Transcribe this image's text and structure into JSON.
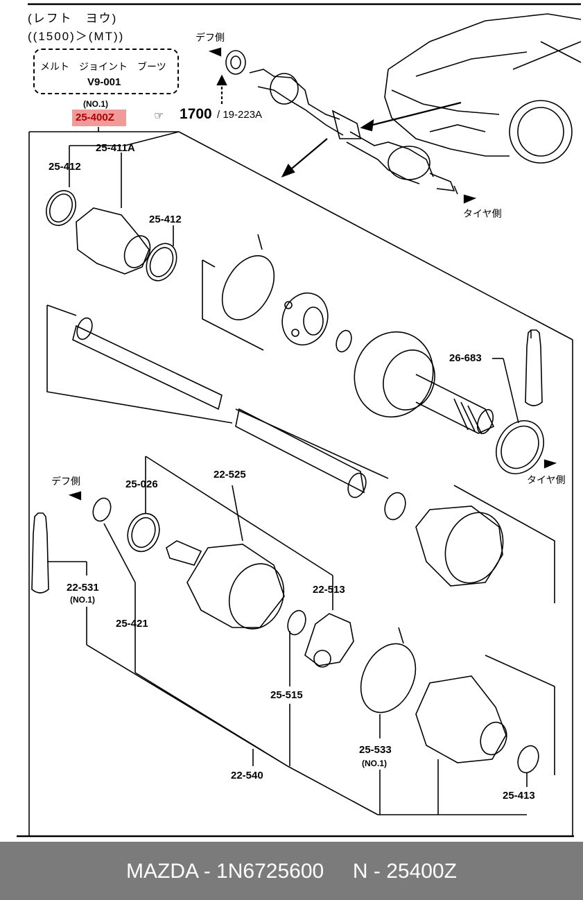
{
  "header": {
    "line1": "(レフト　ヨウ)",
    "line2": "((1500)＞(MT))"
  },
  "boot_box": {
    "line1": "メルト　ジョイント　ブーツ",
    "line2": "V9-001"
  },
  "callout": {
    "no": "(NO.1)",
    "part": "25-400Z",
    "highlight_color": "#f09a9a"
  },
  "reference": {
    "icon": "pointing-hand-icon",
    "number": "1700",
    "slash_text": "/ 19-223A"
  },
  "direction_labels": {
    "diff_top": "デフ側",
    "tire_top": "タイヤ側",
    "tire_mid": "タイヤ側",
    "diff_left": "デフ側"
  },
  "part_labels": {
    "p25_411A": "25-411A",
    "p25_412a": "25-412",
    "p25_412b": "25-412",
    "p26_683": "26-683",
    "p25_026": "25-026",
    "p22_525": "22-525",
    "p22_513": "22-513",
    "p22_531": "22-531",
    "p22_531_no": "(NO.1)",
    "p25_421": "25-421",
    "p25_515": "25-515",
    "p25_533": "25-533",
    "p25_533_no": "(NO.1)",
    "p22_540": "22-540",
    "p25_413": "25-413"
  },
  "footer": {
    "text": "MAZDA - 1N6725600     N - 25400Z",
    "background": "#7b7b7b"
  }
}
